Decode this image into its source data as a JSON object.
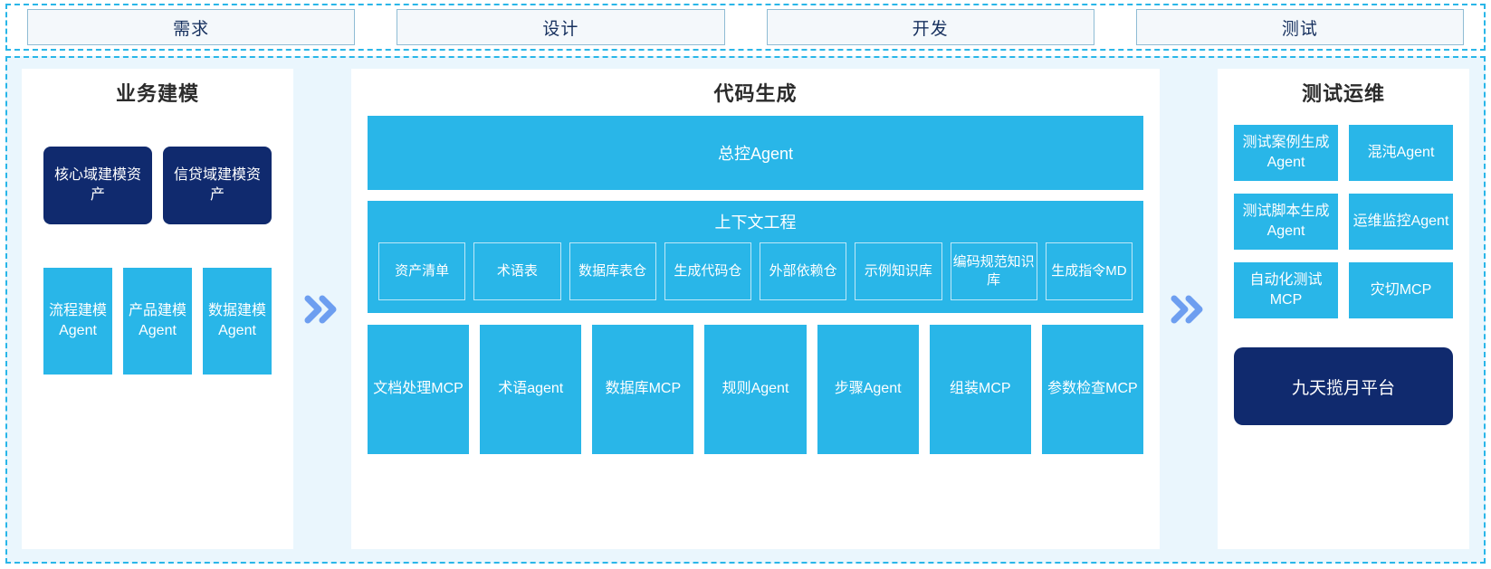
{
  "phases": [
    {
      "label": "需求"
    },
    {
      "label": "设计"
    },
    {
      "label": "开发"
    },
    {
      "label": "测试"
    }
  ],
  "separators": {
    "left_arrow": "»",
    "right_arrow": "»"
  },
  "left_panel": {
    "title": "业务建模",
    "assets": [
      {
        "label": "核心域建模资产"
      },
      {
        "label": "信贷域建模资产"
      }
    ],
    "agents": [
      {
        "label": "流程建模Agent"
      },
      {
        "label": "产品建模Agent"
      },
      {
        "label": "数据建模Agent"
      }
    ]
  },
  "center_panel": {
    "title": "代码生成",
    "master_agent": "总控Agent",
    "context_engineering": {
      "title": "上下文工程",
      "items": [
        {
          "label": "资产清单"
        },
        {
          "label": "术语表"
        },
        {
          "label": "数据库表仓"
        },
        {
          "label": "生成代码仓"
        },
        {
          "label": "外部依赖仓"
        },
        {
          "label": "示例知识库"
        },
        {
          "label": "编码规范知识库"
        },
        {
          "label": "生成指令MD"
        }
      ]
    },
    "tools": [
      {
        "label": "文档处理MCP"
      },
      {
        "label": "术语agent"
      },
      {
        "label": "数据库MCP"
      },
      {
        "label": "规则Agent"
      },
      {
        "label": "步骤Agent"
      },
      {
        "label": "组装MCP"
      },
      {
        "label": "参数检查MCP"
      }
    ]
  },
  "right_panel": {
    "title": "测试运维",
    "items": [
      {
        "label": "测试案例生成Agent"
      },
      {
        "label": "混沌Agent"
      },
      {
        "label": "测试脚本生成Agent"
      },
      {
        "label": "运维监控Agent"
      },
      {
        "label": "自动化测试MCP"
      },
      {
        "label": "灾切MCP"
      }
    ],
    "platform": "九天揽月平台"
  },
  "colors": {
    "accent_blue": "#29b6e8",
    "navy": "#102a6e",
    "panel_bg": "#eaf6fd",
    "phase_box_bg": "#f4f8fb",
    "arrow": "#6d9ef0"
  }
}
